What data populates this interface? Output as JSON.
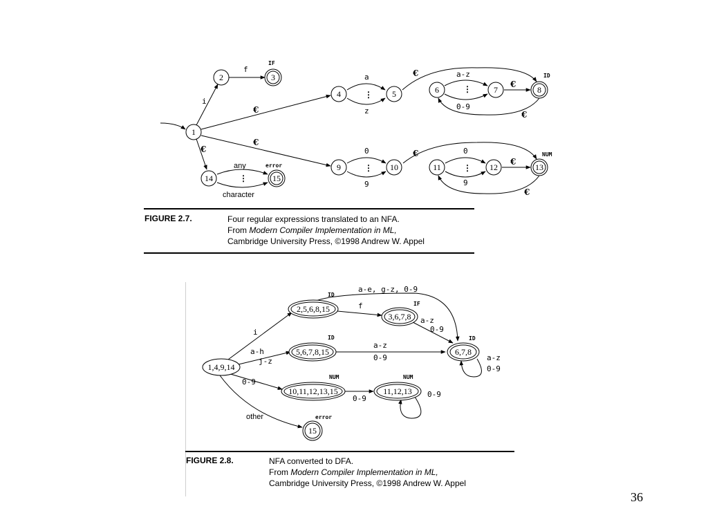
{
  "figure1": {
    "states": [
      "1",
      "2",
      "3",
      "4",
      "5",
      "6",
      "7",
      "8",
      "9",
      "10",
      "11",
      "12",
      "13",
      "14",
      "15"
    ],
    "edge_labels": {
      "i": "i",
      "f": "f",
      "a": "a",
      "z": "z",
      "az": "a-z",
      "o9": "0-9",
      "zero": "0",
      "nine": "9",
      "any": "any",
      "character": "character",
      "epsilon": "€",
      "dots": "⋮"
    },
    "tags": {
      "if": "IF",
      "id": "ID",
      "num": "NUM",
      "error": "error"
    },
    "caption": {
      "title": "FIGURE 2.7.",
      "line1": "Four regular expressions translated to an NFA.",
      "line2_prefix": "From ",
      "line2_italic": "Modern Compiler Implementation in ML,",
      "line3": "Cambridge University Press, ©1998 Andrew W. Appel"
    }
  },
  "figure2": {
    "states": [
      "1,4,9,14",
      "2,5,6,8,15",
      "3,6,7,8",
      "5,6,7,8,15",
      "6,7,8",
      "10,11,12,13,15",
      "11,12,13",
      "15"
    ],
    "edge_labels": {
      "top": "a-e, g-z, 0-9",
      "f": "f",
      "i": "i",
      "ah": "a-h",
      "jz": "j-z",
      "az": "a-z",
      "o9": "0-9",
      "other": "other"
    },
    "tags": {
      "id": "ID",
      "if": "IF",
      "num": "NUM",
      "error": "error"
    },
    "caption": {
      "title": "FIGURE 2.8.",
      "line1": "NFA converted to DFA.",
      "line2_prefix": "From ",
      "line2_italic": "Modern Compiler Implementation in ML,",
      "line3": "Cambridge University Press, ©1998 Andrew W. Appel"
    }
  },
  "page_number": "36"
}
